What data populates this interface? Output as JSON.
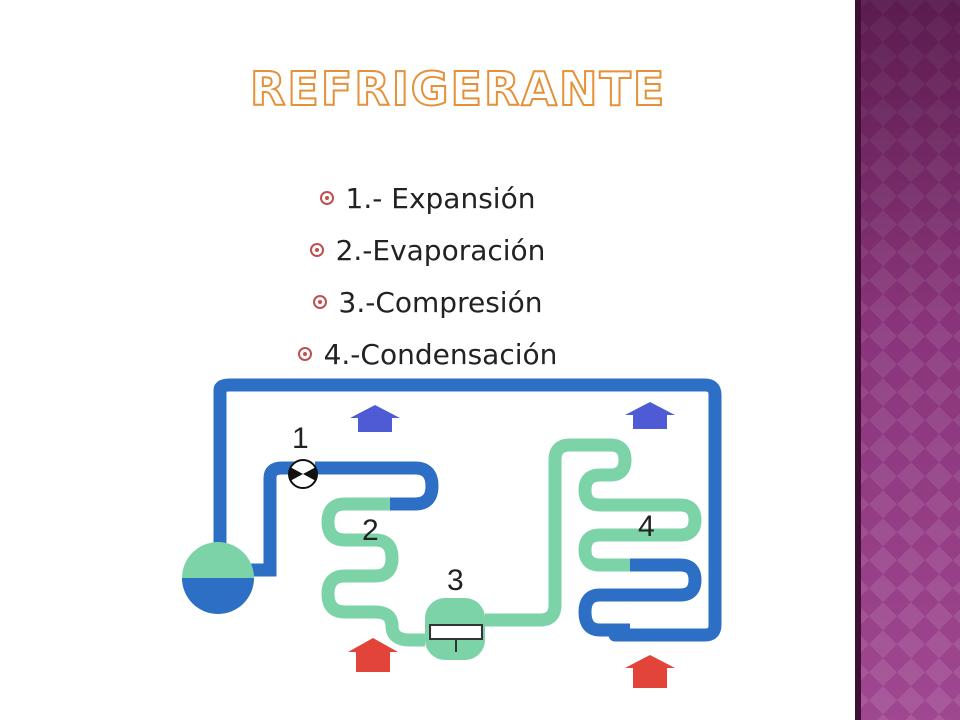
{
  "slide": {
    "title": "REFRIGERANTE",
    "bullets": [
      {
        "text": "1.- Expansión"
      },
      {
        "text": "2.-Evaporación"
      },
      {
        "text": "3.-Compresión"
      },
      {
        "text": "4.-Condensación"
      }
    ]
  },
  "diagram": {
    "labels": {
      "expansion": "1",
      "evaporator": "2",
      "compressor": "3",
      "condenser": "4"
    },
    "colors": {
      "low_pressure_pipe": "#2e6fc6",
      "high_pressure_pipe": "#7dd3a8",
      "heat_out_arrow": "#4f5bd5",
      "heat_in_arrow": "#e2443a",
      "accent": "#e4913a"
    }
  }
}
